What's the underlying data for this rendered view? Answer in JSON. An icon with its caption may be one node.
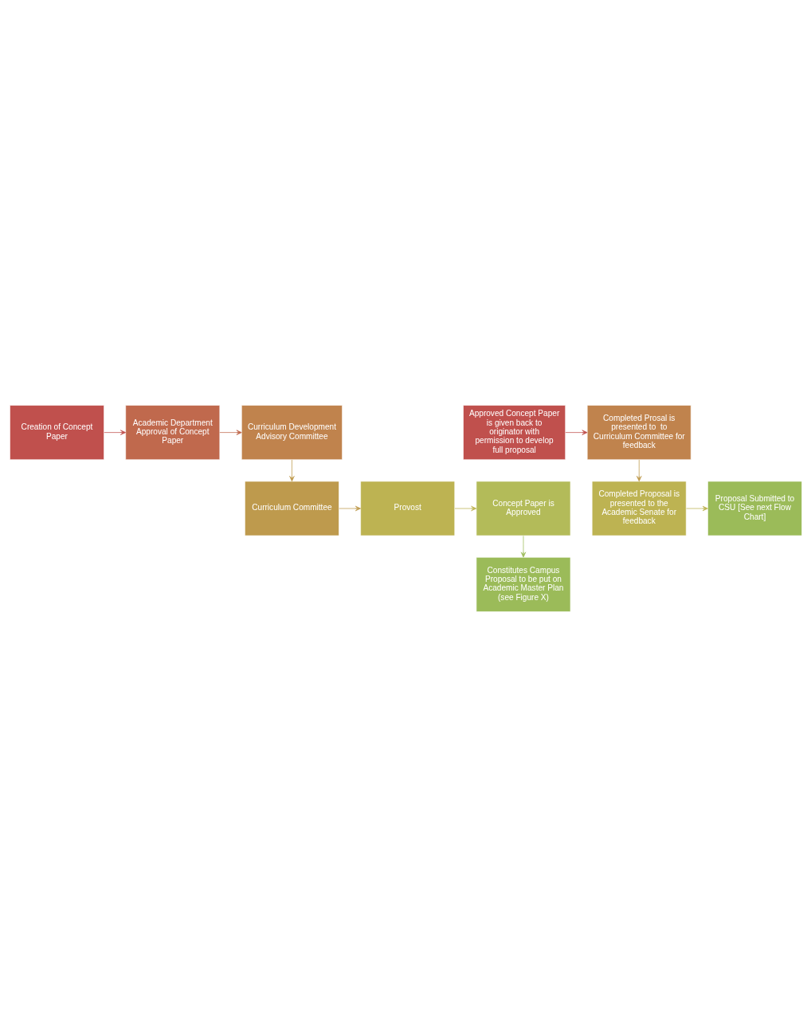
{
  "diagram": {
    "nodes": [
      {
        "text": [
          "Creation of Concept Paper"
        ]
      },
      {
        "text": [
          "Academic Department Approval of Concept Paper"
        ]
      },
      {
        "text": [
          "Curriculum Development Advisory Committee"
        ]
      },
      {
        "text": [
          "Curriculum Committee"
        ]
      },
      {
        "text": [
          "Provost"
        ]
      },
      {
        "text": [
          "Concept Paper is Approved"
        ]
      },
      {
        "text": [
          "Constitutes Campus Proposal to be put on Academic Master Plan (see Figure X)"
        ]
      },
      {
        "text": [
          "Approved Concept Paper is given back to originator with permission to develop full proposal"
        ]
      },
      {
        "text": [
          "Completed Prosal is presented to  to Curriculum Committee for feedback"
        ]
      },
      {
        "text": [
          "Completed Proposal is presented to the Academic Senate for feedback"
        ]
      },
      {
        "text": [
          "Proposal Submitted to CSU [See next Flow Chart]"
        ]
      }
    ],
    "edges": [
      {
        "from": 0,
        "to": 1,
        "arrow": "to",
        "color": "#c0504d"
      },
      {
        "from": 1,
        "to": 2,
        "arrow": "to",
        "color": "#c0694d"
      },
      {
        "from": 2,
        "to": 3,
        "arrow": "to",
        "color": "#be9a4d"
      },
      {
        "from": 3,
        "to": 4,
        "arrow": "to",
        "color": "#be9a4d"
      },
      {
        "from": 4,
        "to": 5,
        "arrow": "to",
        "color": "#bdb352"
      },
      {
        "from": 5,
        "to": 6,
        "arrow": "to",
        "color": "#9bbb59"
      },
      {
        "from": 7,
        "to": 8,
        "arrow": "to",
        "color": "#c0504d"
      },
      {
        "from": 8,
        "to": 9,
        "arrow": "to",
        "color": "#be9a4d"
      },
      {
        "from": 9,
        "to": 10,
        "arrow": "to",
        "color": "#bdb352"
      }
    ]
  }
}
